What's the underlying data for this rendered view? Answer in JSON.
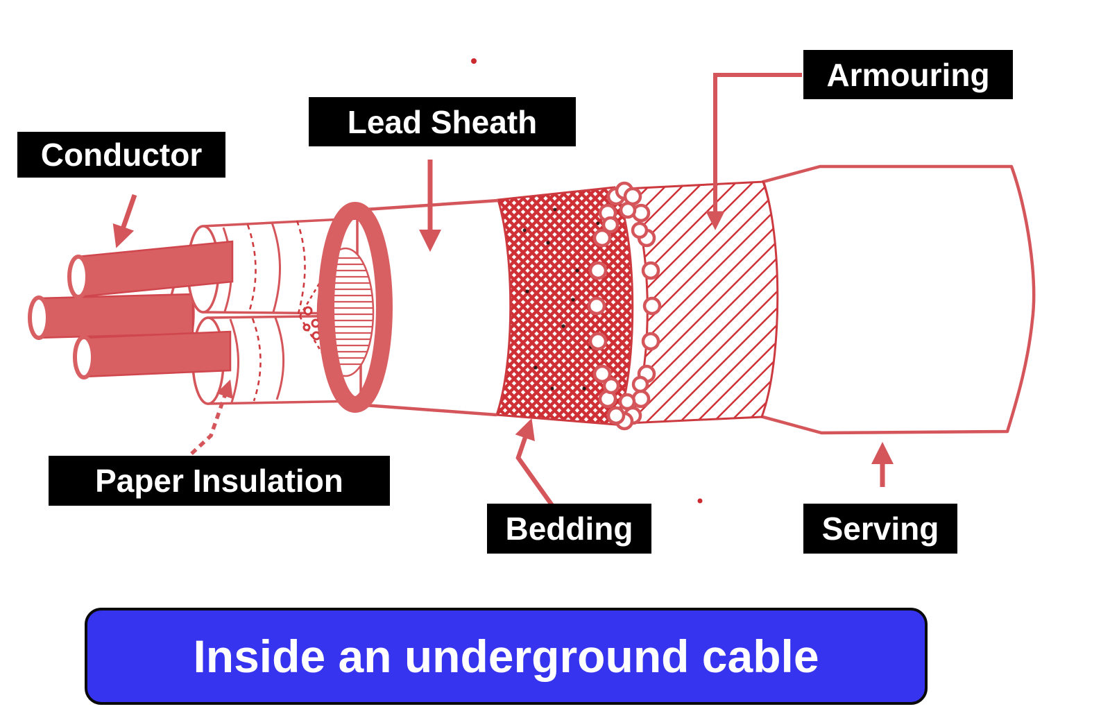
{
  "caption": {
    "text": "Inside an underground cable"
  },
  "labels": {
    "conductor": "Conductor",
    "lead_sheath": "Lead Sheath",
    "armouring": "Armouring",
    "paper_insulation": "Paper Insulation",
    "bedding": "Bedding",
    "serving": "Serving"
  },
  "colors": {
    "diagram_red_fill": "#d85f62",
    "diagram_red_line": "#d4555a",
    "hatch_red": "#cf3036",
    "outline_red": "#cc3a40",
    "label_bg": "#000000",
    "label_text": "#ffffff",
    "caption_bg": "#3634ee",
    "caption_text": "#ffffff",
    "background": "#ffffff"
  }
}
